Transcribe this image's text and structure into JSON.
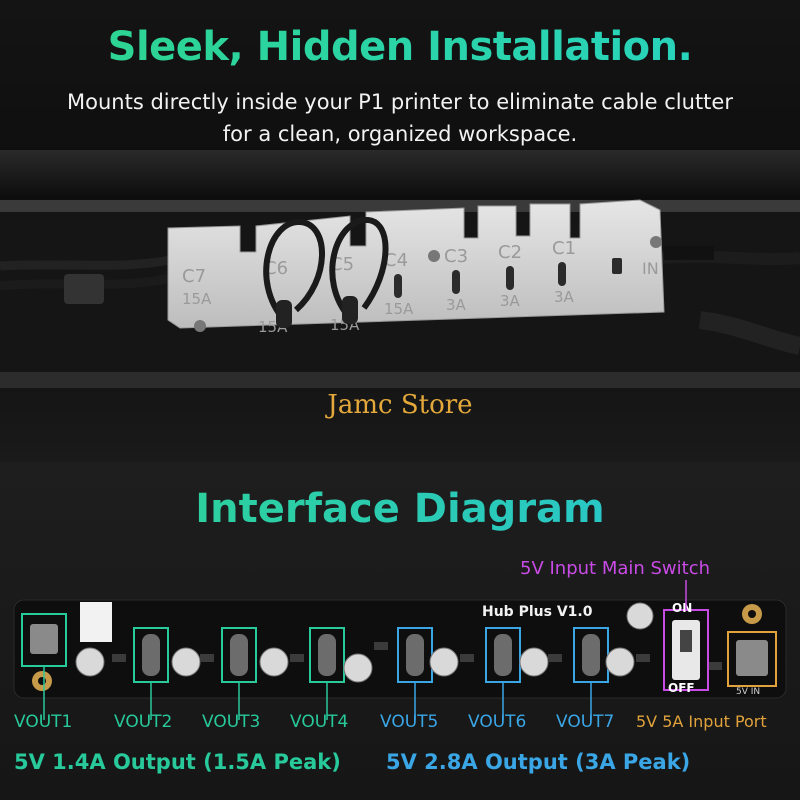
{
  "header": {
    "title": "Sleek, Hidden Installation.",
    "subtitle_line1": "Mounts directly inside your P1 printer to eliminate cable clutter",
    "subtitle_line2": "for a clean, organized workspace."
  },
  "photo": {
    "ports": [
      {
        "id": "C7",
        "amp": "15A"
      },
      {
        "id": "C6",
        "amp": "15A"
      },
      {
        "id": "C5",
        "amp": "15A"
      },
      {
        "id": "C4",
        "amp": "15A"
      },
      {
        "id": "C3",
        "amp": "3A"
      },
      {
        "id": "C2",
        "amp": "3A"
      },
      {
        "id": "C1",
        "amp": "3A"
      }
    ],
    "in_label": "IN"
  },
  "watermark": "Jamc Store",
  "diagram": {
    "title": "Interface Diagram",
    "switch_label": "5V Input Main Switch",
    "board_name": "Hub Plus V1.0",
    "switch_on": "ON",
    "switch_off": "OFF",
    "input_silk": "5V IN",
    "outputs": [
      {
        "label": "VOUT1",
        "group": "low"
      },
      {
        "label": "VOUT2",
        "group": "low"
      },
      {
        "label": "VOUT3",
        "group": "low"
      },
      {
        "label": "VOUT4",
        "group": "low"
      },
      {
        "label": "VOUT5",
        "group": "high"
      },
      {
        "label": "VOUT6",
        "group": "high"
      },
      {
        "label": "VOUT7",
        "group": "high"
      }
    ],
    "input_port_label": "5V 5A Input Port",
    "low_spec": "5V 1.4A Output (1.5A Peak)",
    "high_spec": "5V 2.8A Output (3A Peak)",
    "colors": {
      "green": "#28c99a",
      "blue": "#3aa6e6",
      "orange": "#e1a23b",
      "purple": "#c94be6"
    }
  }
}
